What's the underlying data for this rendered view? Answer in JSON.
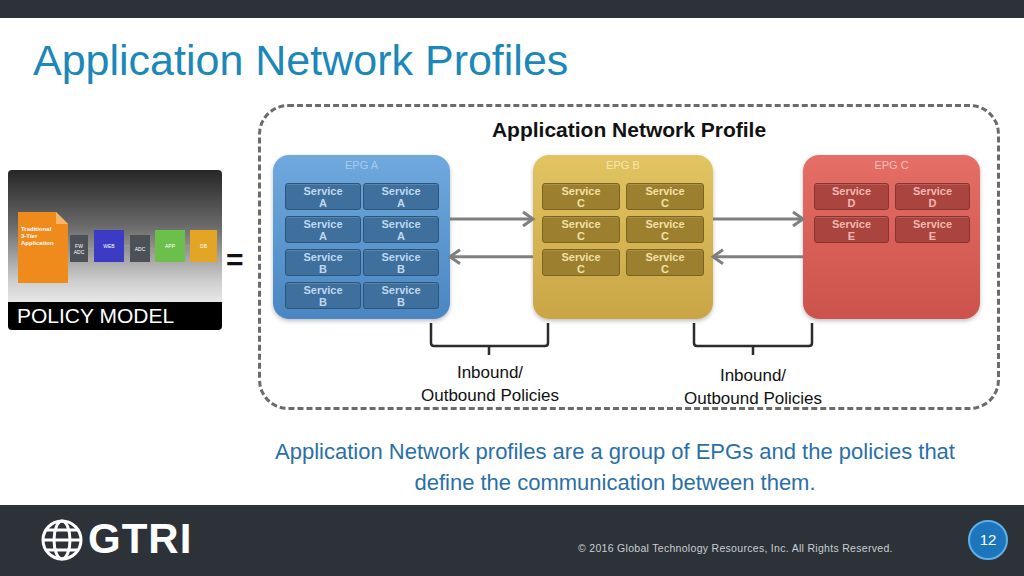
{
  "diagram": {
    "title": "Application Network Profiles",
    "caption": "Application Network profiles are a group of EPGs and the policies that define the communication between them.",
    "nodes": [
      {
        "text": [
          "POLICY MODEL"
        ]
      },
      {
        "text": [
          "Traditional 3-Tier Application"
        ],
        "in": 0
      },
      {
        "text": [
          "FW ADC"
        ],
        "in": 0
      },
      {
        "text": [
          "WEB"
        ],
        "in": 0
      },
      {
        "text": [
          "ADC"
        ],
        "in": 0
      },
      {
        "text": [
          "APP"
        ],
        "in": 0
      },
      {
        "text": [
          "DB"
        ],
        "in": 0
      },
      {
        "text": [
          "Application Network Profile"
        ]
      },
      {
        "text": [
          "EPG A"
        ],
        "in": 7
      },
      {
        "text": [
          "Service A"
        ],
        "in": 8
      },
      {
        "text": [
          "Service A"
        ],
        "in": 8
      },
      {
        "text": [
          "Service A"
        ],
        "in": 8
      },
      {
        "text": [
          "Service A"
        ],
        "in": 8
      },
      {
        "text": [
          "Service B"
        ],
        "in": 8
      },
      {
        "text": [
          "Service B"
        ],
        "in": 8
      },
      {
        "text": [
          "Service B"
        ],
        "in": 8
      },
      {
        "text": [
          "Service B"
        ],
        "in": 8
      },
      {
        "text": [
          "EPG B"
        ],
        "in": 7
      },
      {
        "text": [
          "Service C"
        ],
        "in": 17
      },
      {
        "text": [
          "Service C"
        ],
        "in": 17
      },
      {
        "text": [
          "Service C"
        ],
        "in": 17
      },
      {
        "text": [
          "Service C"
        ],
        "in": 17
      },
      {
        "text": [
          "Service C"
        ],
        "in": 17
      },
      {
        "text": [
          "Service C"
        ],
        "in": 17
      },
      {
        "text": [
          "EPG C"
        ],
        "in": 7
      },
      {
        "text": [
          "Service D"
        ],
        "in": 24
      },
      {
        "text": [
          "Service D"
        ],
        "in": 24
      },
      {
        "text": [
          "Service E"
        ],
        "in": 24
      },
      {
        "text": [
          "Service E"
        ],
        "in": 24
      }
    ],
    "edges": [
      {
        "from": 2,
        "to": 3,
        "arrow": "none"
      },
      {
        "from": 3,
        "to": 4,
        "arrow": "none"
      },
      {
        "from": 4,
        "to": 5,
        "arrow": "none"
      },
      {
        "from": 5,
        "to": 6,
        "arrow": "none"
      },
      {
        "from": 8,
        "to": 17,
        "arrow": "to"
      },
      {
        "from": 17,
        "to": 8,
        "arrow": "to"
      },
      {
        "from": 17,
        "to": 24,
        "arrow": "to"
      },
      {
        "from": 24,
        "to": 17,
        "arrow": "to"
      }
    ],
    "labels": [
      "=",
      "Inbound/ Outbound Policies",
      "Inbound/ Outbound Policies",
      "GTRI",
      "© 2016 Global Technology Resources, Inc. All Rights Reserved.",
      "12"
    ]
  }
}
